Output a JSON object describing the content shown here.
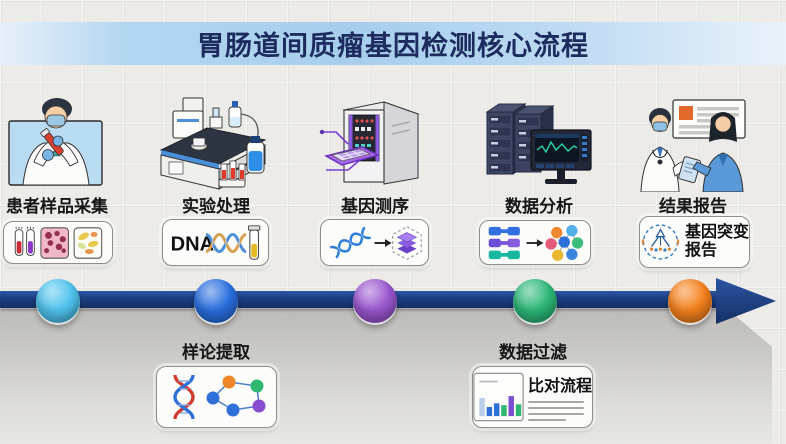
{
  "title": "胃肠道间质瘤基因检测核心流程",
  "colors": {
    "banner_background": "#a6ceec",
    "banner_text": "#1d2b5f",
    "timeline_bar": "#1b3e80",
    "shadow_band": "#b9b8b5"
  },
  "stages": [
    {
      "label": "患者样品采集",
      "node_color": "#4fc3ee",
      "illustration": "doctor-collecting-sample",
      "detail_icon": "sample-tubes-tissue-icon"
    },
    {
      "label": "实验处理",
      "node_color": "#2a6fe0",
      "illustration": "lab-equipment",
      "detail_icon": "dna-extraction-icon",
      "detail_text": "DNA"
    },
    {
      "label": "基因测序",
      "node_color": "#9a57d0",
      "illustration": "sequencing-machine",
      "detail_icon": "dna-to-database-icon"
    },
    {
      "label": "数据分析",
      "node_color": "#2db878",
      "illustration": "server-and-monitor",
      "detail_icon": "segments-to-cluster-icon"
    },
    {
      "label": "结果报告",
      "node_color": "#f5821e",
      "illustration": "doctor-and-patient",
      "detail_icon": "mutation-diagram-icon",
      "detail_line1": "基因突变",
      "detail_line2": "报告"
    }
  ],
  "substages": [
    {
      "label": "样论提取",
      "detail_icon": "dna-network-icon"
    },
    {
      "label": "数据过滤",
      "detail_icon": "barchart-icon",
      "box_label": "比对流程"
    }
  ]
}
